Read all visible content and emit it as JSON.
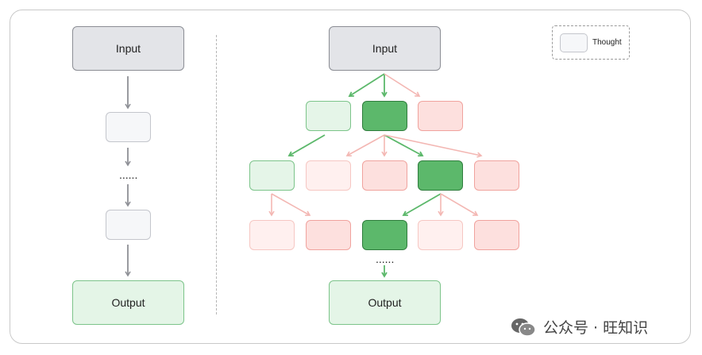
{
  "left": {
    "input_label": "Input",
    "output_label": "Output",
    "ellipsis": "......"
  },
  "right": {
    "input_label": "Input",
    "output_label": "Output",
    "ellipsis": "......"
  },
  "legend": {
    "label": "Thought"
  },
  "watermark": {
    "text": "公众号 · 旺知识",
    "icon": "wechat-icon"
  },
  "colors": {
    "selected_green": "#5cb86b",
    "candidate_green": "#e5f5e8",
    "rejected_red": "#fde0de",
    "rejected_pale_red": "#fff0ef",
    "arrow_gray": "#8e9096",
    "arrow_green": "#5cb86b",
    "arrow_red": "#f3b7b3"
  }
}
